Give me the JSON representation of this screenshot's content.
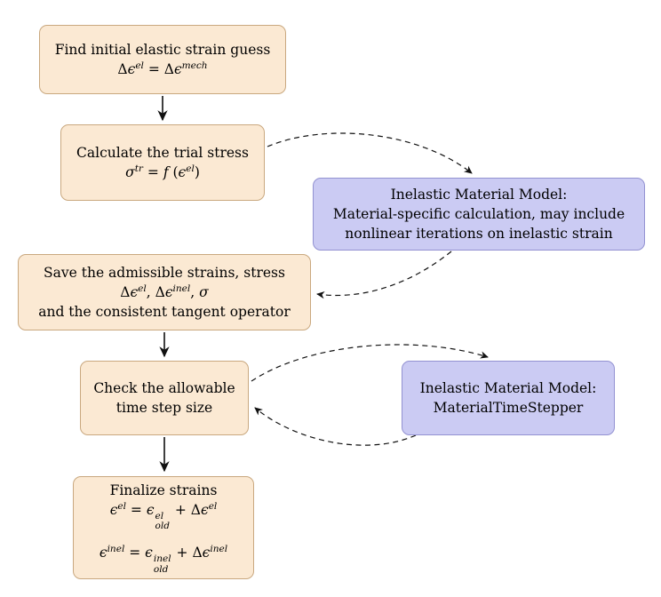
{
  "colors": {
    "background": "#ffffff",
    "peach_fill": "#fbe9d3",
    "peach_border": "#c9a87f",
    "purple_fill": "#cbcbf3",
    "purple_border": "#9291d1",
    "arrow": "#111111"
  },
  "nodes": {
    "find_guess": {
      "line1": "Find initial elastic strain guess",
      "math": "Δ<i>ϵ</i><sup><i>el</i></sup> = Δ<i>ϵ</i><sup><i>mech</i></sup>"
    },
    "trial_stress": {
      "line1": "Calculate the trial stress",
      "math": "<i>σ</i><sup><i>tr</i></sup> = <i>f</i> (<i>ϵ</i><sup><i>el</i></sup>)"
    },
    "inelastic_model": {
      "line1": "Inelastic Material Model:",
      "line2": "Material-specific calculation, may include",
      "line3": "nonlinear iterations on inelastic strain"
    },
    "save_strains": {
      "line1": "Save the admissible strains, stress",
      "math": "Δ<i>ϵ</i><sup><i>el</i></sup>, Δ<i>ϵ</i><sup><i>inel</i></sup>, <i>σ</i>",
      "line3": "and the consistent tangent operator"
    },
    "check_step": {
      "line1": "Check the allowable",
      "line2": "time step size"
    },
    "time_stepper": {
      "line1": "Inelastic Material Model:",
      "line2": "MaterialTimeStepper"
    },
    "finalize": {
      "line1": "Finalize strains",
      "math1": "<i>ϵ</i><sup><i>el</i></sup> = <i>ϵ</i><span class='supsub'><i>el</i><i>old</i></span> + Δ<i>ϵ</i><sup><i>el</i></sup>",
      "math2": "<i>ϵ</i><sup><i>inel</i></sup> = <i>ϵ</i><span class='supsub'><i>inel</i><i>old</i></span> + Δ<i>ϵ</i><sup><i>inel</i></sup>"
    }
  }
}
